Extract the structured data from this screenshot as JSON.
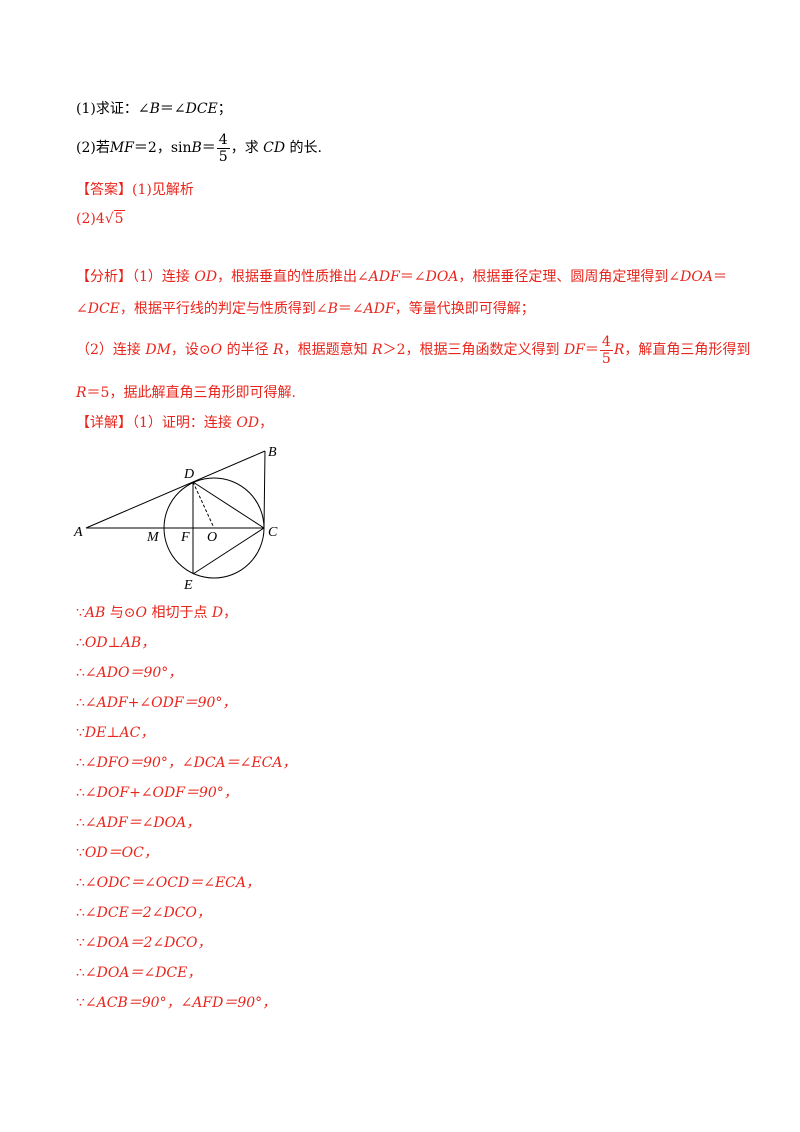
{
  "question": {
    "q1_prefix": "(1)求证：",
    "q1_angle1": "∠B",
    "q1_eq": "＝",
    "q1_angle2": "∠DCE",
    "q1_end": "；",
    "q2_prefix": "(2)若",
    "q2_mf": "MF",
    "q2_mf_val": "＝2，sin",
    "q2_b": "B",
    "q2_eq": "＝",
    "q2_num": "4",
    "q2_den": "5",
    "q2_mid": "，求 ",
    "q2_cd": "CD",
    "q2_end": " 的长."
  },
  "answer": {
    "label": "【答案】",
    "part1": "(1)见解析",
    "part2_prefix": "(2)4",
    "part2_rad": "5"
  },
  "analysis": {
    "label": "【分析】",
    "l1_a": "（1）连接 ",
    "l1_od": "OD",
    "l1_b": "，根据垂直的性质推出∠",
    "l1_adf": "ADF",
    "l1_c": "＝∠",
    "l1_doa": "DOA",
    "l1_d": "，根据垂径定理、圆周角定理得到∠",
    "l1_doa2": "DOA",
    "l1_e": "＝",
    "l2_a": "∠",
    "l2_dce": "DCE",
    "l2_b": "，根据平行线的判定与性质得到∠",
    "l2_b2": "B",
    "l2_c": "＝∠",
    "l2_adf": "ADF",
    "l2_d": "，等量代换即可得解；",
    "l3_a": "（2）连接 ",
    "l3_dm": "DM",
    "l3_b": "，设⊙",
    "l3_o": "O",
    "l3_c": " 的半径 ",
    "l3_r": "R",
    "l3_d": "，根据题意知 ",
    "l3_r2": "R",
    "l3_e": "＞2，根据三角函数定义得到 ",
    "l3_df": "DF",
    "l3_f": "＝",
    "l3_num": "4",
    "l3_den": "5",
    "l3_r3": "R",
    "l3_g": "，解直角三角形得到",
    "l4_r": "R",
    "l4_a": "＝5，据此解直角三角形即可得解."
  },
  "detail": {
    "label": "【详解】",
    "intro_a": "（1）证明：连接 ",
    "intro_od": "OD",
    "intro_b": "，"
  },
  "figure": {
    "labels": {
      "A": "A",
      "B": "B",
      "C": "C",
      "D": "D",
      "E": "E",
      "F": "F",
      "M": "M",
      "O": "O"
    },
    "line_color": "#000000"
  },
  "steps": [
    {
      "sym": "∵",
      "expr": "AB",
      "rest": " 与⊙",
      "o": "O",
      "tail": " 相切于点 ",
      "d": "D",
      "end": "，"
    },
    {
      "sym": "∴",
      "text": "OD⊥AB，"
    },
    {
      "sym": "∴",
      "text": "∠ADO＝90°，"
    },
    {
      "sym": "∴",
      "text": "∠ADF+∠ODF＝90°，"
    },
    {
      "sym": "∵",
      "text": "DE⊥AC，"
    },
    {
      "sym": "∴",
      "text": "∠DFO＝90°，∠DCA＝∠ECA，"
    },
    {
      "sym": "∴",
      "text": "∠DOF+∠ODF＝90°，"
    },
    {
      "sym": "∴",
      "text": "∠ADF＝∠DOA，"
    },
    {
      "sym": "∵",
      "text": "OD＝OC，"
    },
    {
      "sym": "∴",
      "text": "∠ODC＝∠OCD＝∠ECA，"
    },
    {
      "sym": "∴",
      "text": "∠DCE＝2∠DCO，"
    },
    {
      "sym": "∵",
      "text": "∠DOA＝2∠DCO，"
    },
    {
      "sym": "∴",
      "text": "∠DOA＝∠DCE，"
    },
    {
      "sym": "∵",
      "text": "∠ACB＝90°，∠AFD＝90°，"
    }
  ],
  "colors": {
    "answer_red": "#e8251c",
    "text_black": "#000000"
  }
}
